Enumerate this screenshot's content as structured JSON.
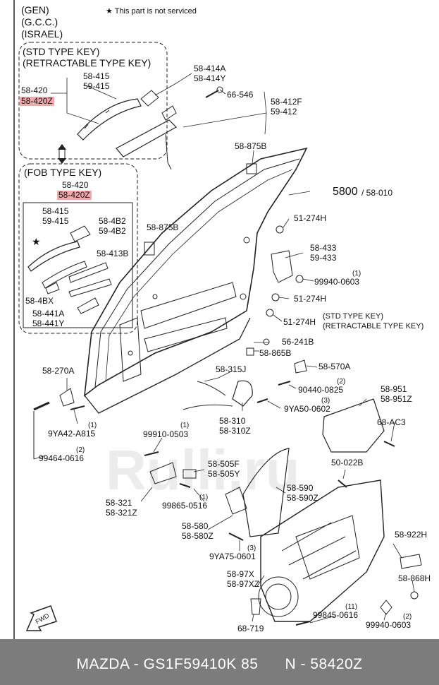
{
  "header": {
    "markets": [
      "(GEN)",
      "(G.C.C.)",
      "(ISRAEL)"
    ],
    "not_serviced_note": "★ This part is not serviced"
  },
  "groups": {
    "std_key_title_1": "(STD TYPE KEY)",
    "std_key_title_2": "(RETRACTABLE TYPE KEY)",
    "fob_key_title": "(FOB TYPE KEY)",
    "std_key_note_1": "(STD TYPE KEY)",
    "std_key_note_2": "(RETRACTABLE TYPE KEY)"
  },
  "labels": {
    "p58_414A": "58-414A",
    "p58_414Y": "58-414Y",
    "p58_415": "58-415",
    "p59_415": "59-415",
    "p58_420": "58-420",
    "p58_420Z": "58-420Z",
    "p66_546": "66-546",
    "p58_412F": "58-412F",
    "p59_412": "59-412",
    "p58_875B_a": "58-875B",
    "p5800": "5800",
    "p58_010": "/ 58-010",
    "fob_58_420": "58-420",
    "fob_58_420Z": "58-420Z",
    "fob_58_415": "58-415",
    "fob_59_415": "59-415",
    "p58_4B2": "58-4B2",
    "p59_4B2": "59-4B2",
    "p58_413B": "58-413B",
    "p58_4BX": "58-4BX",
    "p58_441A": "58-441A",
    "p58_441Y": "58-441Y",
    "p58_875B_b": "58-875B",
    "p51_274H_a": "51-274H",
    "p58_433": "58-433",
    "p59_433": "59-433",
    "p99940_0603_qty": "(1)",
    "p99940_0603": "99940-0603",
    "p51_274H_b": "51-274H",
    "p51_274H_c": "51-274H",
    "p56_241B": "56-241B",
    "p58_865B": "58-865B",
    "p58_570A": "58-570A",
    "p90440_0825_qty": "(2)",
    "p90440_0825": "90440-0825",
    "p9YA50_0602_qty": "(3)",
    "p9YA50_0602": "9YA50-0602",
    "p58_270A": "58-270A",
    "p58_315J": "58-315J",
    "p58_310": "58-310",
    "p58_310Z": "58-310Z",
    "p58_951": "58-951",
    "p58_951Z": "58-951Z",
    "p68_AC3": "68-AC3",
    "p9YA42_qty": "(1)",
    "p9YA42_A815": "9YA42-A815",
    "p99910_0503_qty": "(1)",
    "p99910_0503": "99910-0503",
    "p99464_qty": "(2)",
    "p99464_0616": "99464-0616",
    "p50_022B": "50-022B",
    "p58_505F": "58-505F",
    "p58_505Y": "58-505Y",
    "p58_590": "58-590",
    "p58_590Z": "58-590Z",
    "p58_321": "58-321",
    "p58_321Z": "58-321Z",
    "p99865_qty": "(1)",
    "p99865_0516": "99865-0516",
    "p58_580": "58-580",
    "p58_580Z": "58-580Z",
    "p58_922H": "58-922H",
    "p9YA75_qty": "(3)",
    "p9YA75_0601": "9YA75-0601",
    "p58_97X": "58-97X",
    "p58_97XZ": "58-97XZ",
    "p58_868H": "58-868H",
    "p99845_qty": "(11)",
    "p99845_0616": "99845-0616",
    "p99940_b_qty": "(2)",
    "p99940_0603_b": "99940-0603",
    "p68_719": "68-719",
    "fwd": "FWD"
  },
  "colors": {
    "highlight": "#f3a8ab",
    "footer_bg": "#7c7c7c",
    "line": "#111111"
  },
  "footer": {
    "text": "MAZDA - GS1F59410K 85      N - 58420Z"
  }
}
